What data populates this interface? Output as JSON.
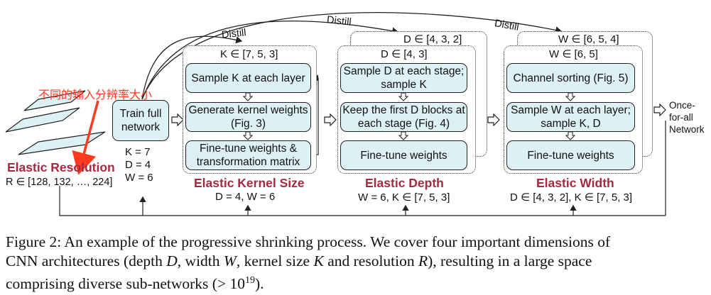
{
  "distill_labels": [
    "Distill",
    "Distill",
    "Distill"
  ],
  "annotation_cn": "不同的输入分辨率大小",
  "elastic_resolution": {
    "title": "Elastic Resolution",
    "range": "R ∈ [128, 132, …, 224]"
  },
  "train_full": {
    "box": "Train full network",
    "params": [
      "K = 7",
      "D = 4",
      "W = 6"
    ]
  },
  "kernel_stage": {
    "header": "K ∈ [7, 5, 3]",
    "boxes": [
      "Sample K at each layer",
      "Generate kernel weights (Fig. 3)",
      "Fine-tune weights & transformation matrix"
    ],
    "title": "Elastic Kernel Size",
    "params": "D = 4, W = 6"
  },
  "depth_stage": {
    "header_back": "D ∈ [4, 3, 2]",
    "header": "D ∈ [4, 3]",
    "boxes": [
      "Sample D at each stage; sample K",
      "Keep the first D blocks at each stage (Fig. 4)",
      "Fine-tune weights"
    ],
    "title": "Elastic Depth",
    "params": "W = 6, K ∈ [7, 5, 3]"
  },
  "width_stage": {
    "header_back": "W ∈ [6, 5, 4]",
    "header": "W ∈ [6, 5]",
    "boxes": [
      "Channel sorting (Fig. 5)",
      "Sample W at each layer; sample K, D",
      "Fine-tune weights"
    ],
    "title": "Elastic Width",
    "params": "D ∈ [4, 3, 2], K ∈ [7, 5, 3]"
  },
  "output_label": [
    "Once-",
    "for-all",
    "Network"
  ],
  "caption": {
    "line1": "Figure 2: An example of the progressive shrinking process. We cover four important dimensions of",
    "line2_a": "CNN architectures (depth ",
    "line2_D": "D",
    "line2_b": ", width ",
    "line2_W": "W",
    "line2_c": ", kernel size ",
    "line2_K": "K",
    "line2_d": " and resolution ",
    "line2_R": "R",
    "line2_e": "), resulting in a large space",
    "line3_a": "comprising diverse sub-networks (> 10",
    "line3_sup": "19",
    "line3_b": ")."
  },
  "colors": {
    "box_fill": "#ddf1f5",
    "title_red": "#a52a40",
    "annotation": "#ff3b1f"
  }
}
